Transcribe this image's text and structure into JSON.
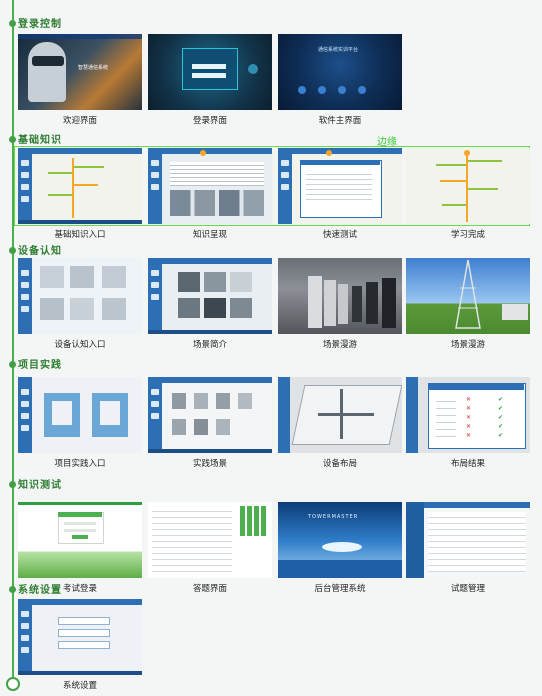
{
  "sections": [
    {
      "title": "登录控制",
      "cards": [
        "欢迎界面",
        "登录界面",
        "软件主界面"
      ]
    },
    {
      "title": "基础知识",
      "cards": [
        "基础知识入口",
        "知识呈现",
        "快速测试",
        "学习完成"
      ]
    },
    {
      "title": "设备认知",
      "cards": [
        "设备认知入口",
        "场景简介",
        "场景漫游",
        "场景漫游"
      ]
    },
    {
      "title": "项目实践",
      "cards": [
        "项目实践入口",
        "实践场景",
        "设备布局",
        "布局结果"
      ]
    },
    {
      "title": "知识测试",
      "cards": [
        "考试登录",
        "答题界面",
        "后台管理系统",
        "试题管理"
      ]
    },
    {
      "title": "系统设置",
      "cards": [
        "系统设置"
      ]
    }
  ],
  "annotation": {
    "label": "边缘"
  },
  "thumb_text": {
    "welcome_text": "智慧通信系统",
    "software_title": "通信系统实训平台",
    "admin_banner": "TOWERMASTER"
  },
  "colors": {
    "accent": "#43a047",
    "frame_blue": "#2c6fb5",
    "highlight": "#66dd44"
  }
}
